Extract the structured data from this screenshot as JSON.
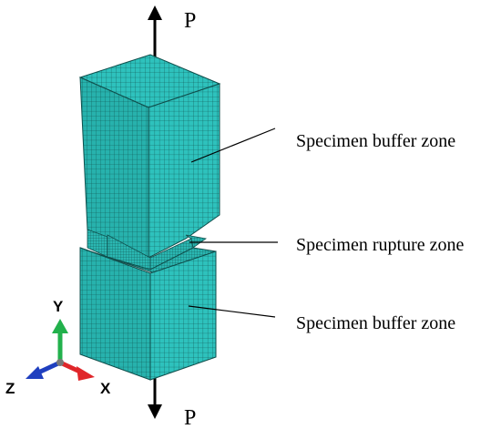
{
  "load": {
    "top_label": "P",
    "bottom_label": "P"
  },
  "annotations": {
    "upper_buffer": "Specimen buffer zone",
    "rupture": "Specimen rupture zone",
    "lower_buffer": "Specimen buffer zone"
  },
  "triad": {
    "y_label": "Y",
    "z_label": "Z",
    "x_label": "X",
    "y_color": "#22b14c",
    "z_color": "#1f3fbf",
    "x_color": "#e0262a"
  },
  "colors": {
    "mesh_fill": "#2fc0bb",
    "mesh_front": "#28b3ae",
    "mesh_side": "#22a39e",
    "mesh_line": "#0f4f4c"
  }
}
